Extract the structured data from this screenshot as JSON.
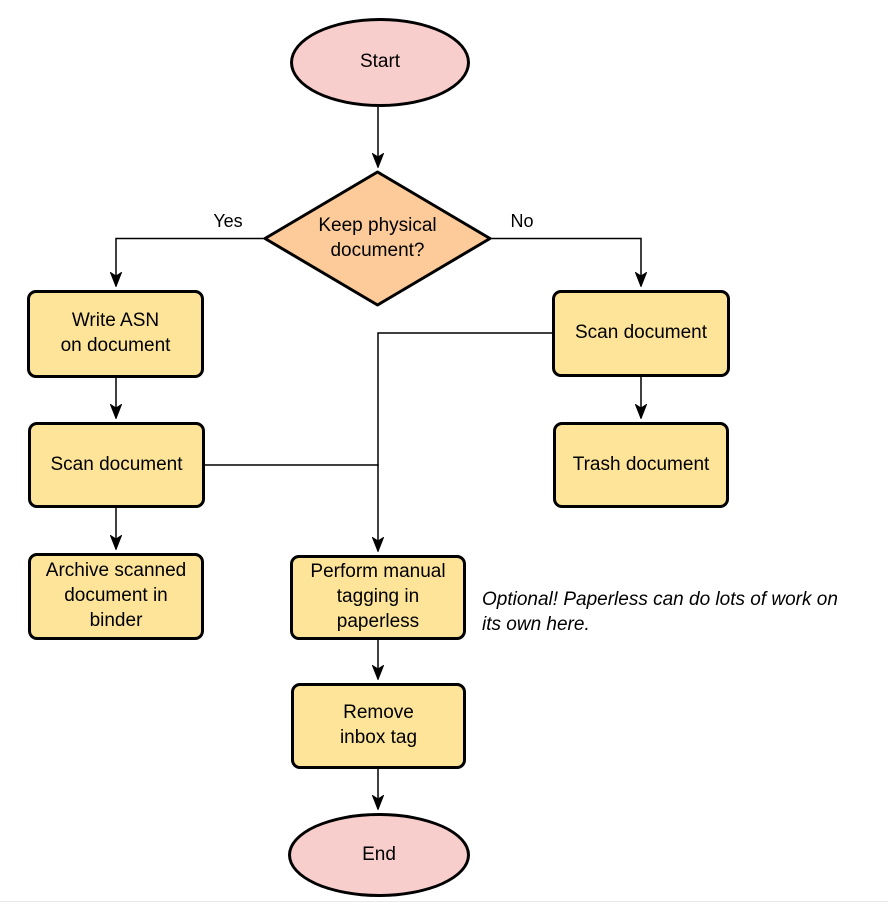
{
  "diagram": {
    "nodes": {
      "start": {
        "label": "Start",
        "type": "terminator"
      },
      "decision": {
        "label": "Keep physical\ndocument?",
        "type": "decision"
      },
      "write_asn": {
        "label": "Write ASN\non document",
        "type": "process"
      },
      "scan_left": {
        "label": "Scan document",
        "type": "process"
      },
      "archive": {
        "label": "Archive scanned\ndocument in\nbinder",
        "type": "process"
      },
      "scan_right": {
        "label": "Scan document",
        "type": "process"
      },
      "trash": {
        "label": "Trash document",
        "type": "process"
      },
      "tagging": {
        "label": "Perform manual\ntagging in\npaperless",
        "type": "process"
      },
      "remove_inbox": {
        "label": "Remove\ninbox tag",
        "type": "process"
      },
      "end": {
        "label": "End",
        "type": "terminator"
      }
    },
    "edge_labels": {
      "yes": "Yes",
      "no": "No"
    },
    "annotation": "Optional! Paperless can do lots of work on\nits own here.",
    "colors": {
      "terminator_fill": "#f8cecc",
      "decision_fill": "#fdcb99",
      "process_fill": "#fde499",
      "stroke": "#000000",
      "connector": "#000000"
    }
  }
}
